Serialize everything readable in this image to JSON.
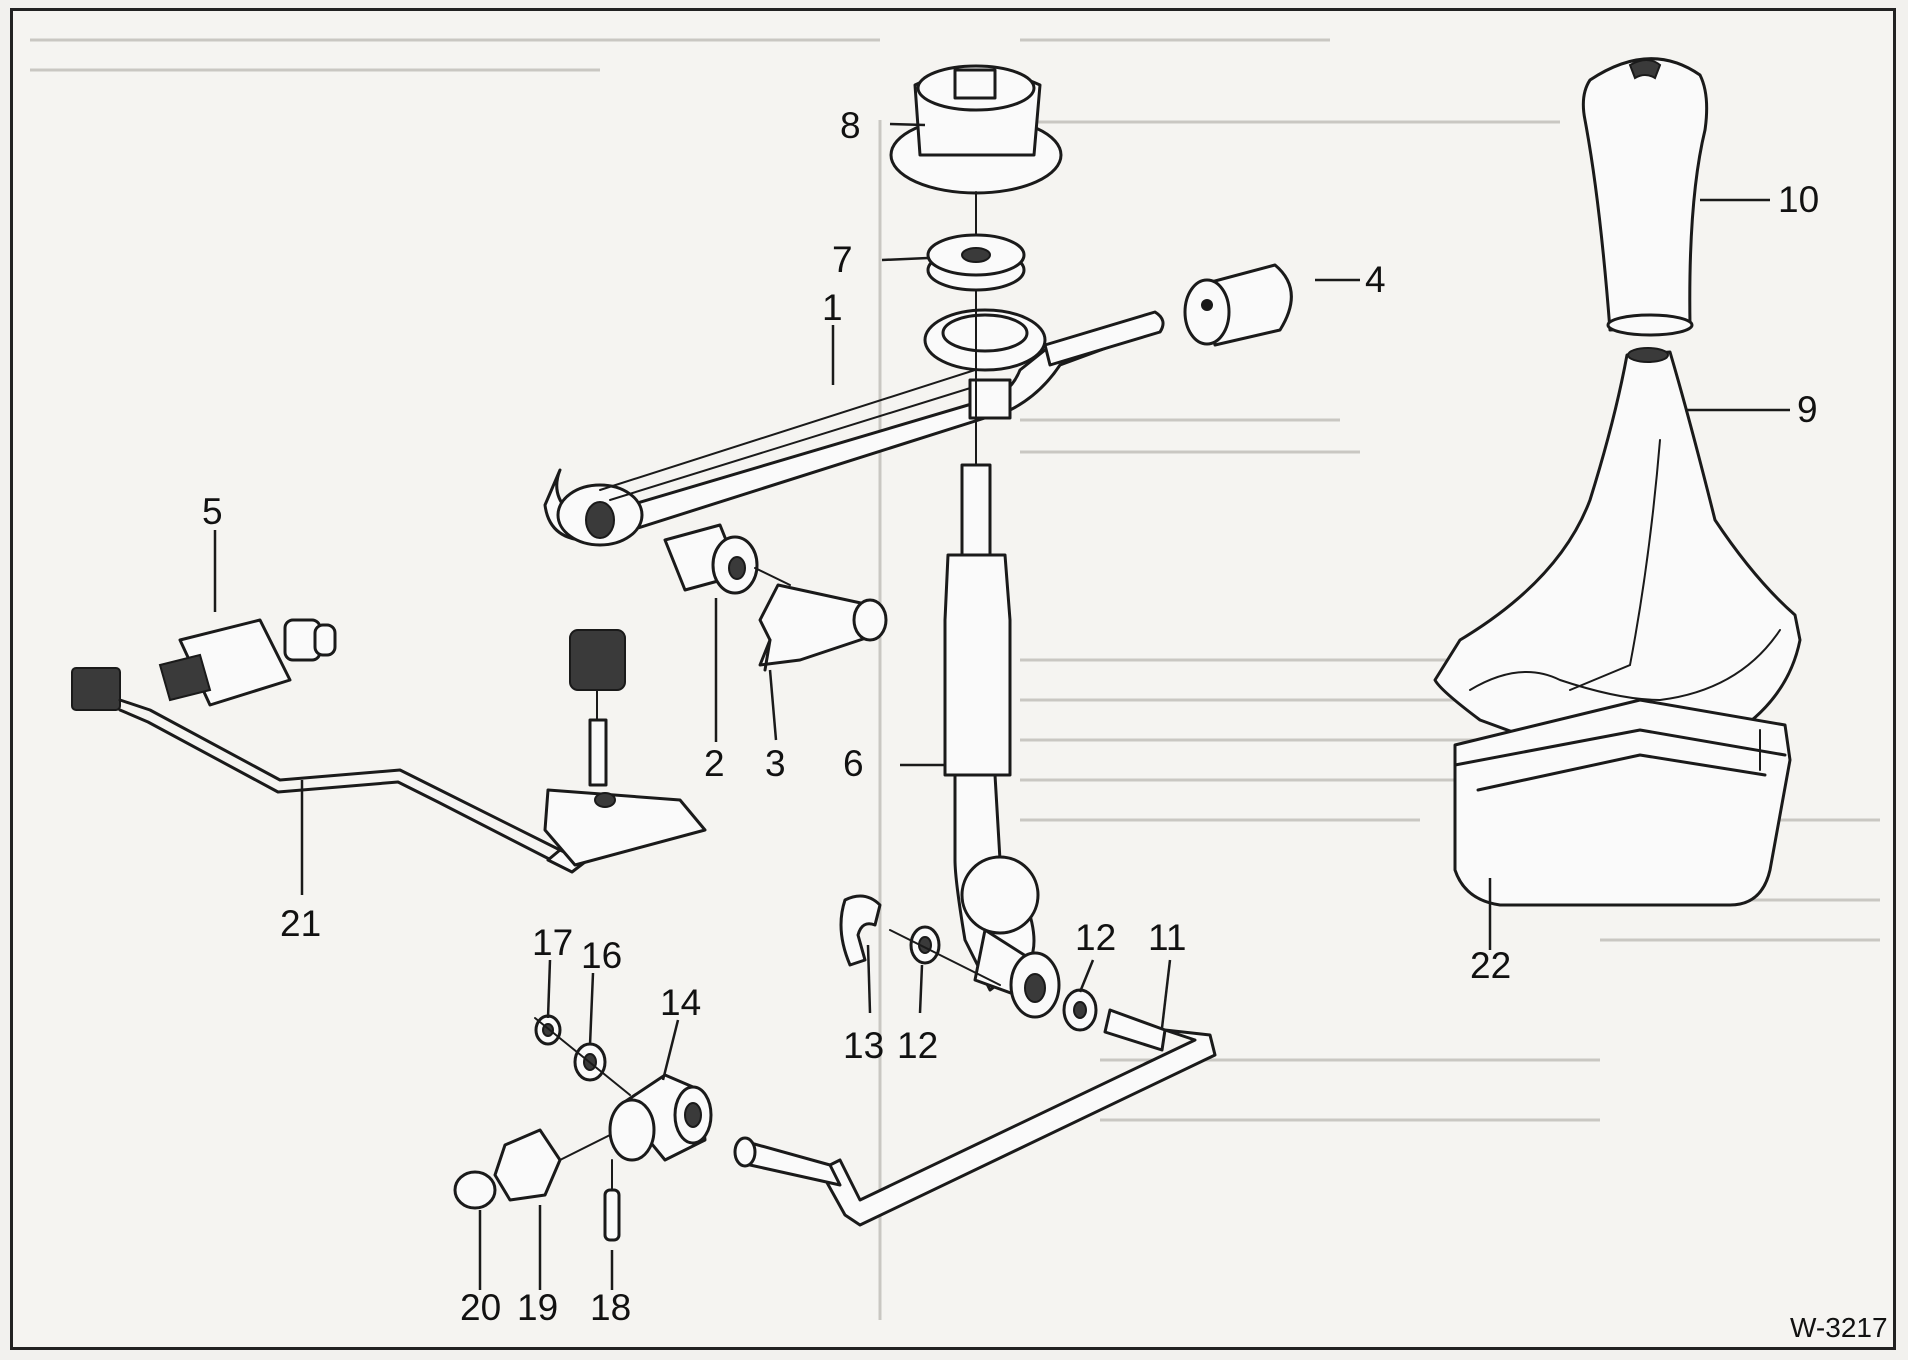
{
  "figure_id": "W-3217",
  "callouts": [
    {
      "id": "1",
      "label": "1"
    },
    {
      "id": "2",
      "label": "2"
    },
    {
      "id": "3",
      "label": "3"
    },
    {
      "id": "4",
      "label": "4"
    },
    {
      "id": "5",
      "label": "5"
    },
    {
      "id": "6",
      "label": "6"
    },
    {
      "id": "7",
      "label": "7"
    },
    {
      "id": "8",
      "label": "8"
    },
    {
      "id": "9",
      "label": "9"
    },
    {
      "id": "10",
      "label": "10"
    },
    {
      "id": "11",
      "label": "11"
    },
    {
      "id": "12a",
      "label": "12"
    },
    {
      "id": "12b",
      "label": "12"
    },
    {
      "id": "13",
      "label": "13"
    },
    {
      "id": "14",
      "label": "14"
    },
    {
      "id": "16",
      "label": "16"
    },
    {
      "id": "17",
      "label": "17"
    },
    {
      "id": "18",
      "label": "18"
    },
    {
      "id": "19",
      "label": "19"
    },
    {
      "id": "20",
      "label": "20"
    },
    {
      "id": "21",
      "label": "21"
    },
    {
      "id": "22",
      "label": "22"
    }
  ],
  "colors": {
    "ink": "#1a1a1a",
    "paper": "#f5f4f1"
  }
}
